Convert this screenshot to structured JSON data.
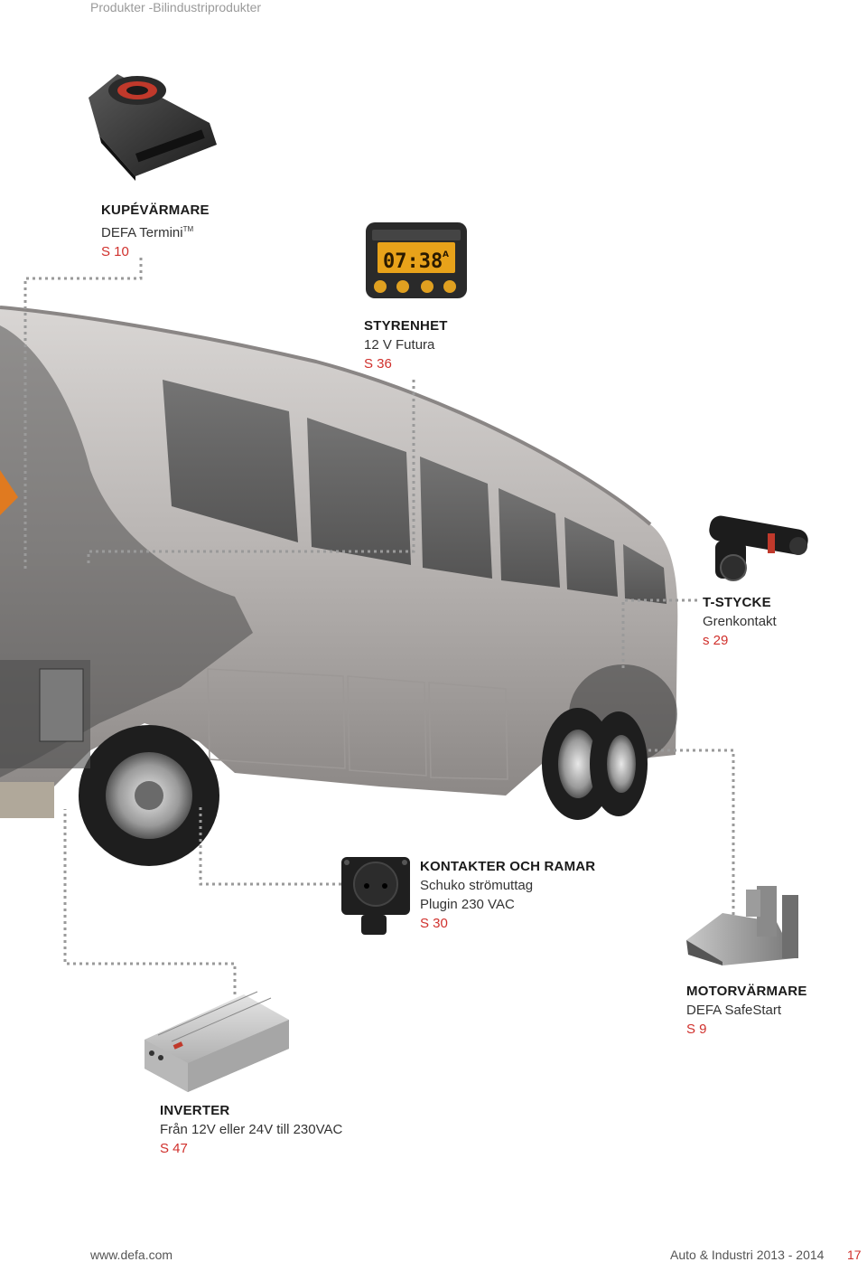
{
  "header": {
    "breadcrumb": "Produkter -Bilindustriprodukter"
  },
  "products": {
    "kupevarmare": {
      "title": "KUPÉVÄRMARE",
      "name": "DEFA Termini",
      "tm": "TM",
      "page": "S 10"
    },
    "styrenhet": {
      "title": "STYRENHET",
      "name": "12 V Futura",
      "page": "S 36"
    },
    "tstycke": {
      "title": "T-STYCKE",
      "name": "Grenkontakt",
      "page": "s 29"
    },
    "kontakter": {
      "title": "KONTAKTER OCH RAMAR",
      "name": "Schuko strömuttag",
      "name2": "Plugin 230 VAC",
      "page": "S 30"
    },
    "motorvarmare": {
      "title": "MOTORVÄRMARE",
      "name": "DEFA SafeStart",
      "page": "S 9"
    },
    "inverter": {
      "title": "INVERTER",
      "name": "Från 12V eller 24V till 230VAC",
      "page": "S 47"
    }
  },
  "display": {
    "time": "07:38",
    "indicator": "A"
  },
  "footer": {
    "website": "www.defa.com",
    "publication": "Auto & Industri 2013 - 2014",
    "page_number": "17"
  },
  "colors": {
    "accent_red": "#d0302c",
    "header_grey": "#9a9a9a",
    "dot_grey": "#9a9a9a"
  }
}
